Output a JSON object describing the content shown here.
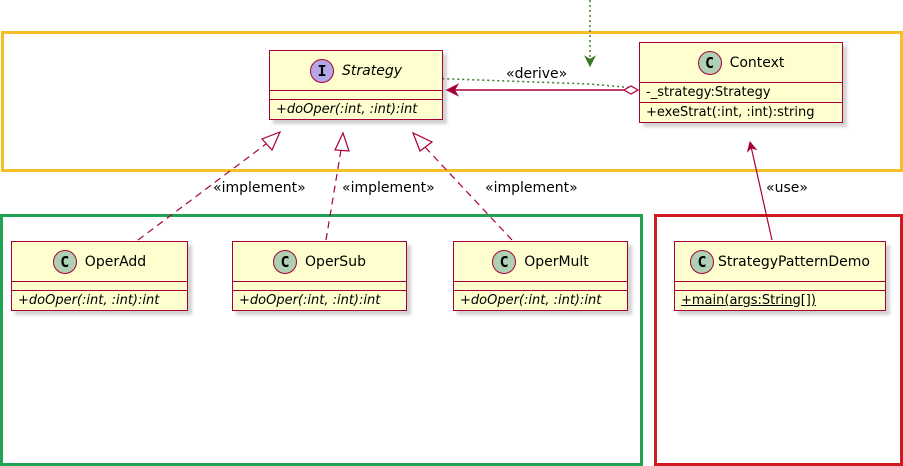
{
  "colors": {
    "package_top": "#f4c025",
    "package_left": "#21a354",
    "package_right": "#d0191f",
    "class_fill": "#fefece",
    "class_border": "#a80036",
    "class_badge": "#add1b2",
    "interface_badge": "#b4a7e5",
    "link": "#a80036",
    "derive_link": "#3d7a28"
  },
  "classes": {
    "strategy": {
      "badge": "I",
      "name": "Strategy",
      "attributes": [],
      "methods": [
        "+doOper(:int, :int):int"
      ]
    },
    "context": {
      "badge": "C",
      "name": "Context",
      "attributes": [
        "-_strategy:Strategy"
      ],
      "methods": [
        "+exeStrat(:int, :int):string"
      ]
    },
    "oper_add": {
      "badge": "C",
      "name": "OperAdd",
      "attributes": [],
      "methods": [
        "+doOper(:int, :int):int"
      ]
    },
    "oper_sub": {
      "badge": "C",
      "name": "OperSub",
      "attributes": [],
      "methods": [
        "+doOper(:int, :int):int"
      ]
    },
    "oper_mult": {
      "badge": "C",
      "name": "OperMult",
      "attributes": [],
      "methods": [
        "+doOper(:int, :int):int"
      ]
    },
    "demo": {
      "badge": "C",
      "name": "StrategyPatternDemo",
      "attributes": [],
      "methods": [
        "+main(args:String[])"
      ]
    }
  },
  "labels": {
    "derive": "«derive»",
    "implement_add": "«implement»",
    "implement_sub": "«implement»",
    "implement_mult": "«implement»",
    "use": "«use»"
  }
}
